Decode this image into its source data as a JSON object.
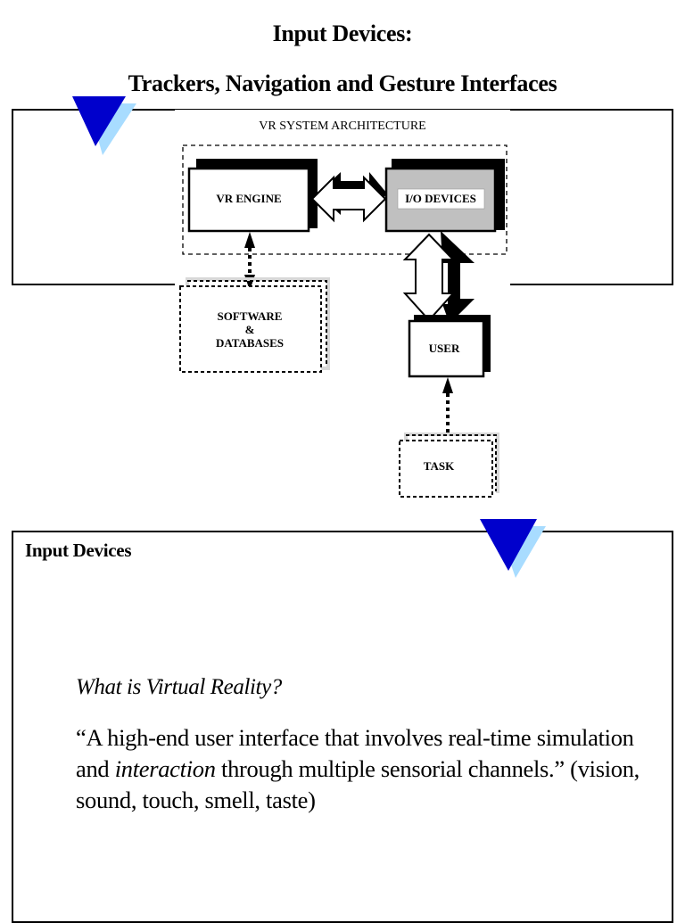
{
  "document": {
    "title_line_1": "Input Devices:",
    "title_line_2": "Trackers, Navigation and Gesture Interfaces"
  },
  "slide_1": {
    "decoration_icon": "blue-triangle-icon",
    "diagram": {
      "title": "VR SYSTEM ARCHITECTURE",
      "nodes": {
        "vr_engine": "VR ENGINE",
        "io_devices": "I/O DEVICES",
        "software_line_1": "SOFTWARE",
        "software_line_2": "&",
        "software_line_3": "DATABASES",
        "user": "USER",
        "task": "TASK"
      },
      "colors": {
        "io_devices_fill": "#c0c0c0",
        "line": "#000000"
      }
    }
  },
  "slide_2": {
    "decoration_icon": "blue-triangle-icon",
    "heading": "Input Devices",
    "question": "What is Virtual Reality?",
    "quote": {
      "part_1": "“A high-end user interface that involves real-time simulation and ",
      "emphasis": "interaction",
      "part_2": " through multiple sensorial channels.” (vision, sound, touch, smell, taste)"
    }
  },
  "colors": {
    "triangle_front": "#0000cc",
    "triangle_shadow": "#a8dcff",
    "border": "#000000"
  }
}
